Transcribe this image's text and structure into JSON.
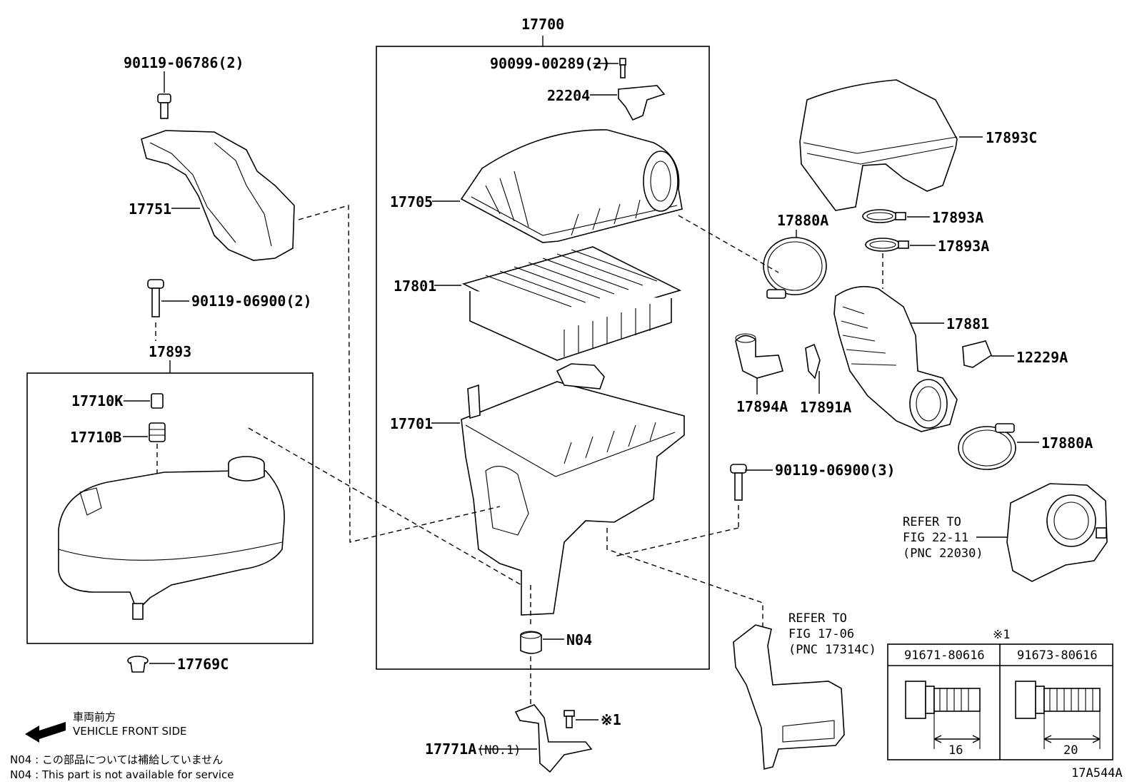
{
  "labels": {
    "assembly": "17700",
    "bolt_90099": "90099-00289(2)",
    "p22204": "22204",
    "p17705": "17705",
    "p17801": "17801",
    "p17701": "17701",
    "n04": "N04",
    "bolt_90119_06786": "90119-06786(2)",
    "p17751": "17751",
    "bolt_90119_06900_2": "90119-06900(2)",
    "p17893": "17893",
    "p17710k": "17710K",
    "p17710b": "17710B",
    "p17769c": "17769C",
    "p17771a": "17771A",
    "p17771a_sub": "(NO.1)",
    "ref_mark_1": "※1",
    "p17893c": "17893C",
    "p17880a_top": "17880A",
    "p17893a_1": "17893A",
    "p17893a_2": "17893A",
    "p17881": "17881",
    "p12229a": "12229A",
    "p17894a": "17894A",
    "p17891a": "17891A",
    "p17880a_bot": "17880A",
    "bolt_90119_06900_3": "90119-06900(3)",
    "refer1_l1": "REFER TO",
    "refer1_l2": "FIG 22-11",
    "refer1_l3": "(PNC 22030)",
    "refer2_l1": "REFER TO",
    "refer2_l2": "FIG 17-06",
    "refer2_l3": "(PNC 17314C)",
    "ref_table_mark": "※1",
    "ref_col1": "91671-80616",
    "ref_col2": "91673-80616",
    "dim1": "16",
    "dim2": "20",
    "front_jp": "車両前方",
    "front_en": "VEHICLE FRONT SIDE",
    "note_jp": "N04 : この部品については補給していません",
    "note_en": "N04 : This part is not available for service",
    "drawing_id": "17A544A"
  }
}
